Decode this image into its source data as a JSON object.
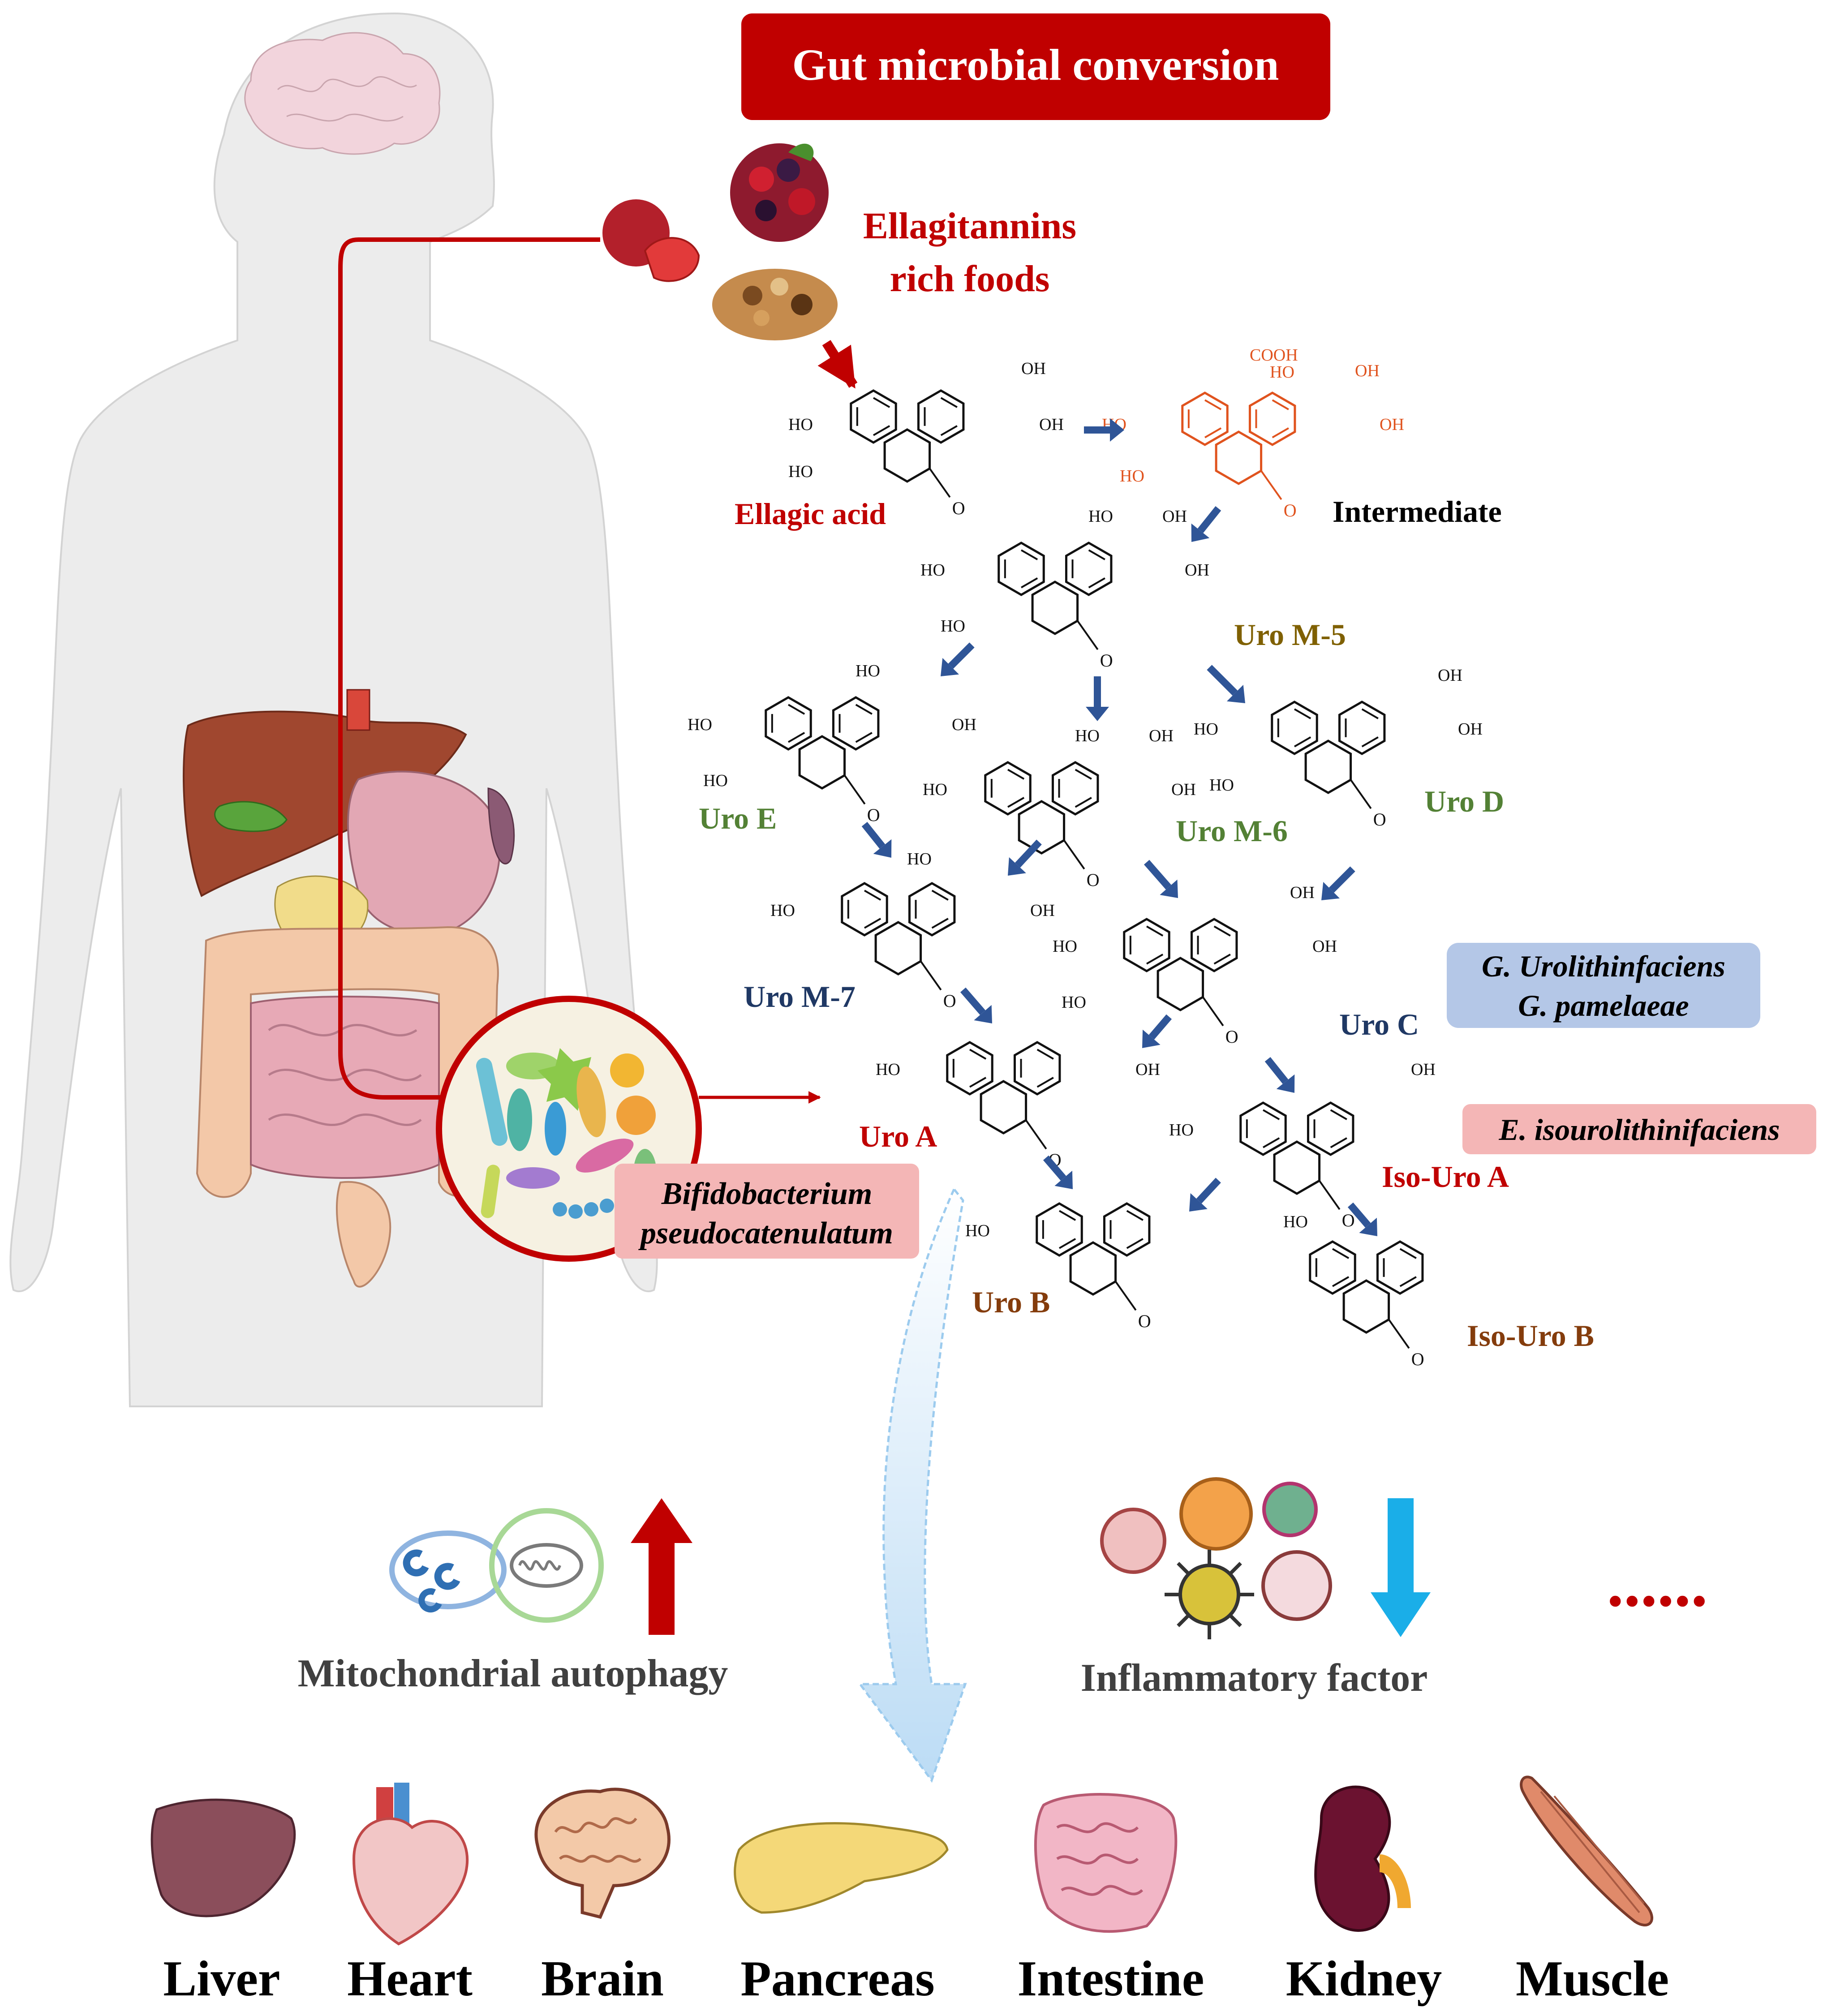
{
  "title": "Gut microbial conversion",
  "foods_label_line1": "Ellagitannins",
  "foods_label_line2": "rich foods",
  "compounds": {
    "ellagic_acid": "Ellagic acid",
    "intermediate": "Intermediate",
    "uro_m5": "Uro M-5",
    "uro_e": "Uro E",
    "uro_m6": "Uro M-6",
    "uro_d": "Uro D",
    "uro_m7": "Uro M-7",
    "uro_c": "Uro C",
    "uro_a": "Uro A",
    "iso_uro_a": "Iso-Uro A",
    "uro_b": "Uro B",
    "iso_uro_b": "Iso-Uro B"
  },
  "bacteria": {
    "gordonibacter_line1": "G. Urolithinfaciens",
    "gordonibacter_line2": "G. pamelaeae",
    "ellagibacter": "E. isourolithinifaciens",
    "bifido_line1": "Bifidobacterium",
    "bifido_line2": "pseudocatenulatum"
  },
  "chem_labels": {
    "oh": "OH",
    "ho": "HO",
    "o": "O",
    "cooh": "COOH"
  },
  "effects": {
    "mito": "Mitochondrial autophagy",
    "inflam": "Inflammatory factor",
    "more": "......"
  },
  "organs": [
    "Liver",
    "Heart",
    "Brain",
    "Pancreas",
    "Intestine",
    "Kidney",
    "Muscle"
  ],
  "colors": {
    "title_bg": "#c00000",
    "red_text": "#c00000",
    "green_text": "#538135",
    "olive_text": "#7f6000",
    "navy_text": "#1f3864",
    "brown_text": "#843c0c",
    "arrow_blue": "#2f5597",
    "orange_chem": "#e0531e",
    "blue_box": "#b4c7e7",
    "pink_box": "#f4b6b6",
    "down_arrow": "#1aaee8"
  }
}
